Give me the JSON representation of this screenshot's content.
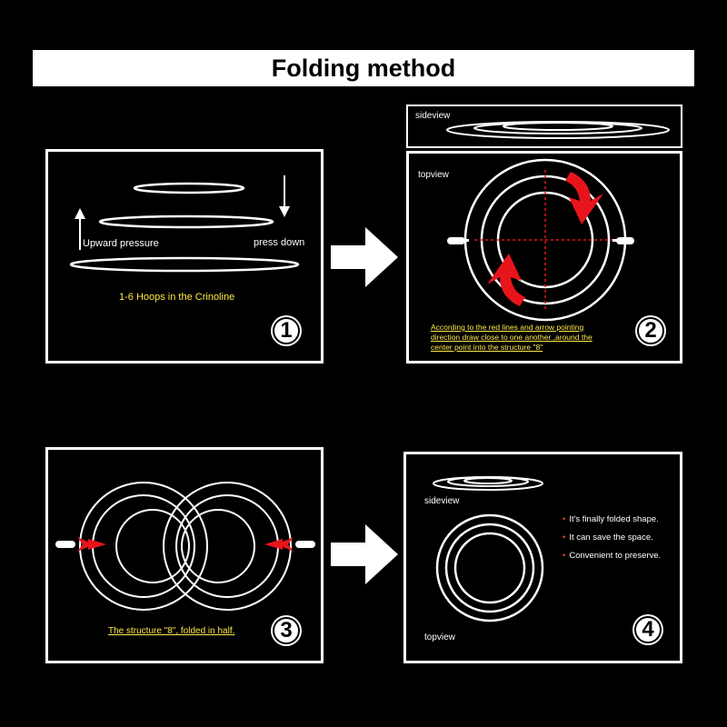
{
  "title": "Folding method",
  "step1": {
    "upward_label": "Upward pressure",
    "down_label": "press down",
    "caption": "1-6 Hoops in the Crinoline",
    "number": "1"
  },
  "step2": {
    "sideview_label": "sideview",
    "topview_label": "topview",
    "caption_lines": [
      "According to the red lines and arrow pointing",
      "direction draw close to one another ,around the",
      "center point into the structure \"8\""
    ],
    "number": "2"
  },
  "step3": {
    "caption": "The structure \"8\", folded in half.",
    "number": "3"
  },
  "step4": {
    "sideview_label": "sideview",
    "topview_label": "topview",
    "bullets": [
      "It's finally folded shape.",
      "It can save the space.",
      "Convenient to preserve."
    ],
    "number": "4"
  },
  "colors": {
    "accent_red": "#e8141c",
    "caption_yellow": "#ffe94a",
    "line": "#ffffff",
    "background": "#000000"
  }
}
